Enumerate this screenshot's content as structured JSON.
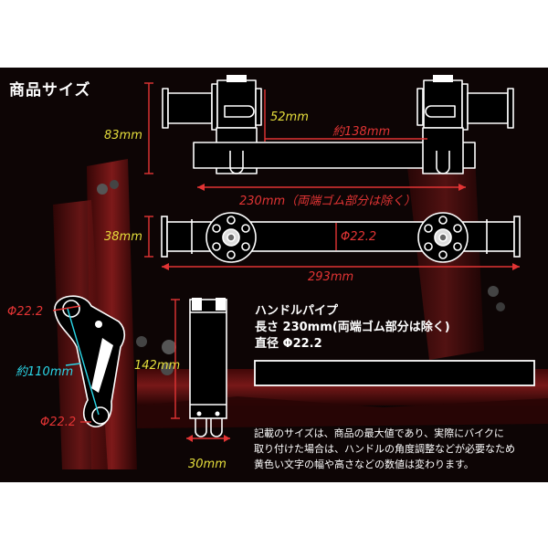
{
  "title": "商品サイズ",
  "dims": {
    "top_width": "約138mm",
    "top_height": "52mm",
    "top_overall_height": "83mm",
    "pipe_length": "230mm（両端ゴム部分は除く）",
    "bar_diameter": "Φ22.2",
    "bar_height": "38mm",
    "overall_width": "293mm",
    "clamp_top_diameter": "Φ22.2",
    "clamp_span": "約110mm",
    "clamp_bottom_diameter": "Φ22.2",
    "front_height": "142mm",
    "front_width": "30mm"
  },
  "info": {
    "heading": "ハンドルパイプ",
    "length": "長さ 230mm(両端ゴム部分は除く)",
    "diameter": "直径 Φ22.2"
  },
  "note": {
    "line1": "記載のサイズは、商品の最大値であり、実際にバイクに",
    "line2": "取り付けた場合は、ハンドルの角度調整などが必要なため",
    "line3": "黄色い文字の幅や高さなどの数値は変わります。"
  },
  "colors": {
    "background": "#0d0505",
    "dimension_red": "#e23434",
    "dimension_yellow": "#e6df3c",
    "dimension_cyan": "#2ad7e8",
    "product_red": "#7a1414"
  }
}
